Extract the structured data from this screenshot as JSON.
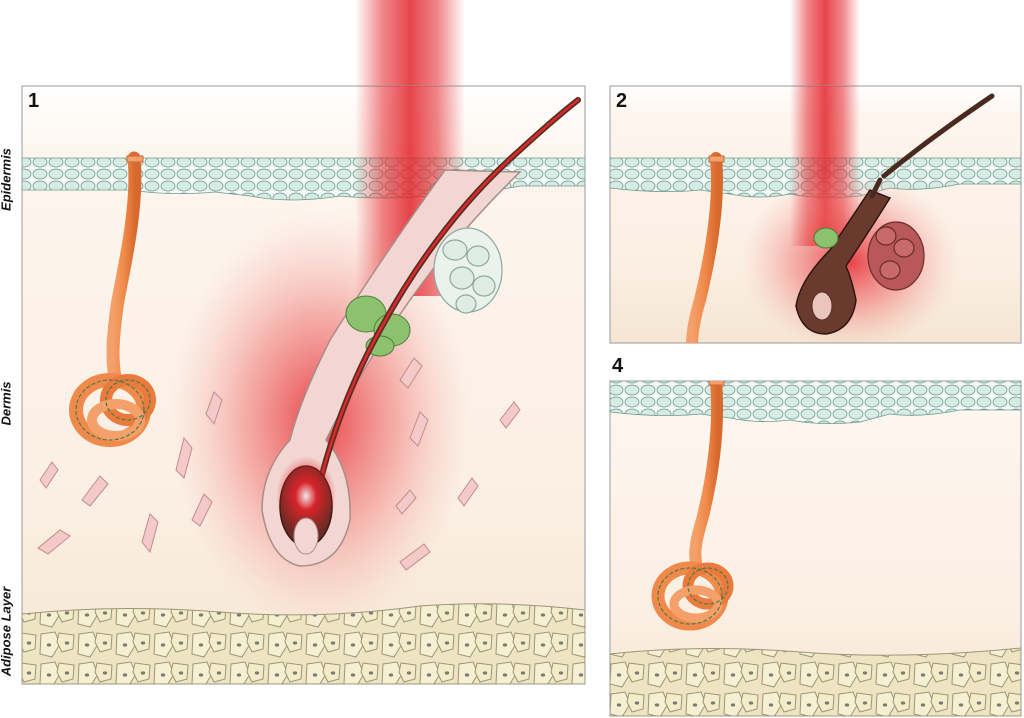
{
  "panels": [
    {
      "number": "1",
      "stage": "laser-targets-follicle"
    },
    {
      "number": "2",
      "stage": "follicle-heated-and-damaged"
    },
    {
      "number": "4",
      "stage": "follicle-gone"
    }
  ],
  "layer_labels": {
    "epidermis": "Epidermis",
    "dermis": "Dermis",
    "adipose": "Adipose Layer"
  },
  "colors": {
    "epidermis_cell": "#d6ebe4",
    "skin_bg": "#fbf1e7",
    "adipose_cell": "#f3ecc8",
    "laser": "#e3242b",
    "sweat_gland": "#f08a4b",
    "sebaceous_gland": "#eaf2ee",
    "arrector_muscle": "#8cc26d",
    "hair": "#4a2a20",
    "fibroblast": "#f4c9c9"
  }
}
